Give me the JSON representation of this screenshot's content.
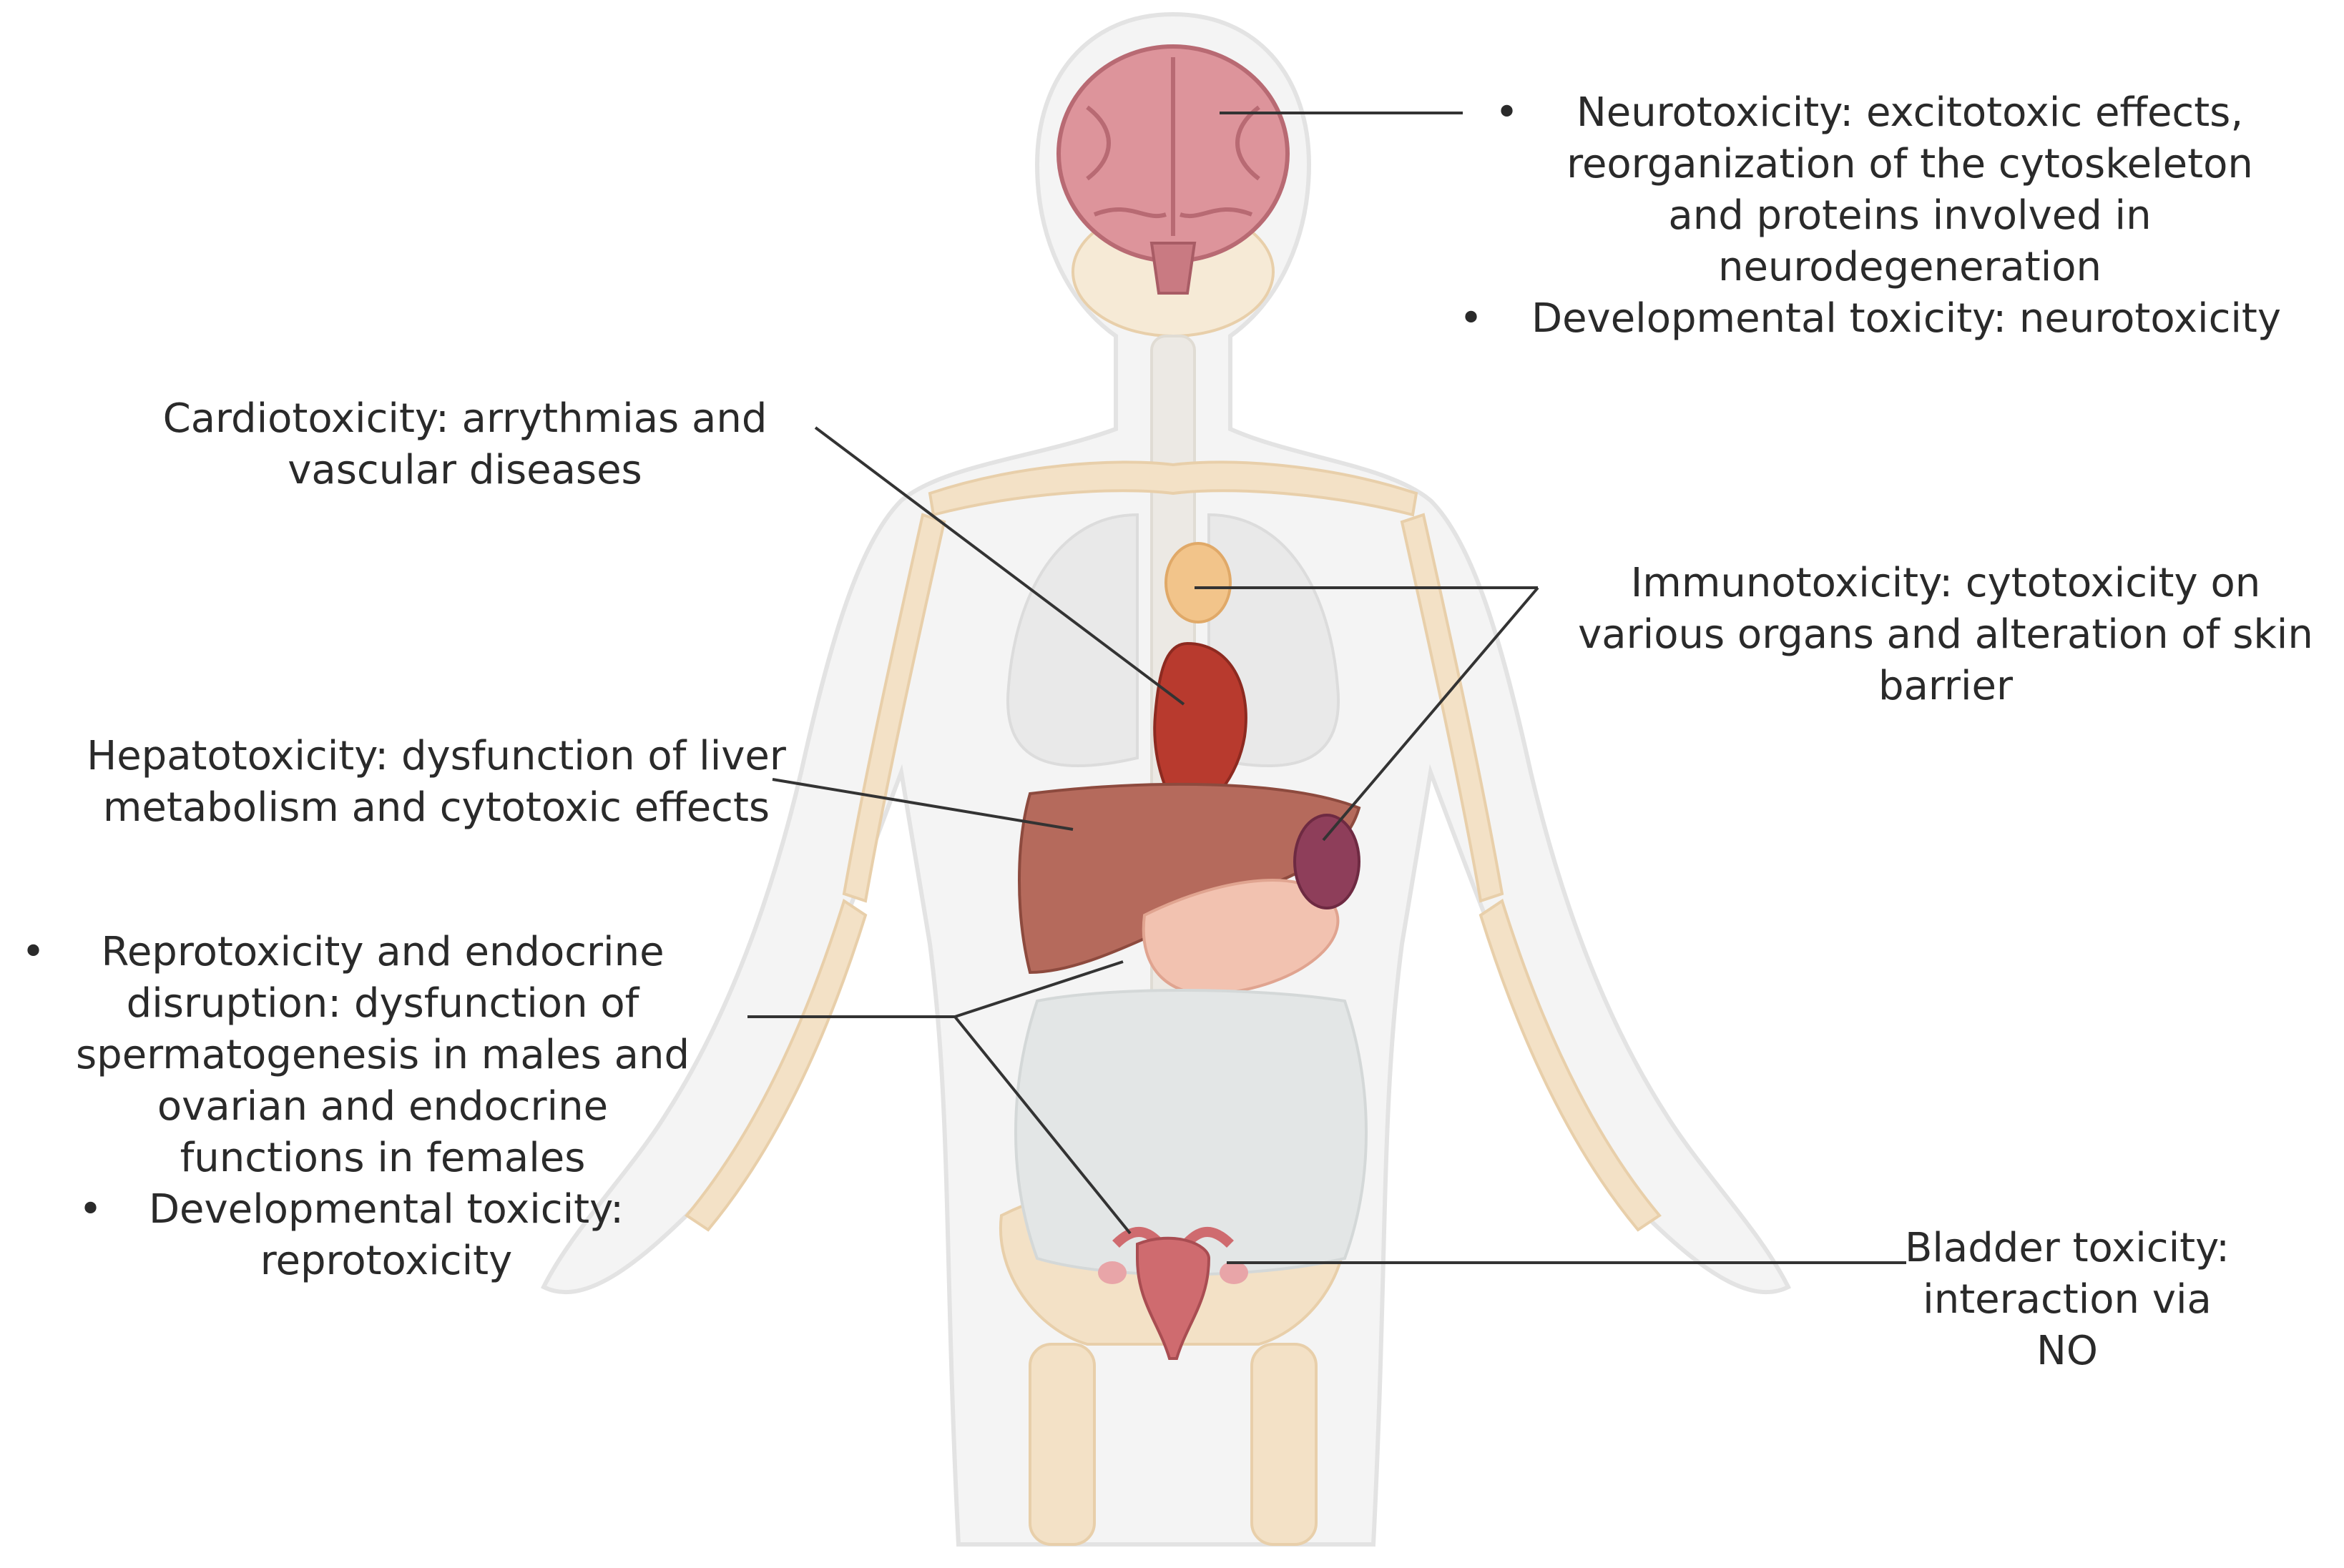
{
  "labels": {
    "neuro": {
      "items": [
        "Neurotoxicity: excitotoxic effects, reorganization of the cytoskeleton and proteins involved in neurodegeneration",
        "Developmental toxicity: neurotoxicity"
      ]
    },
    "cardio": "Cardiotoxicity: arrythmias and vascular diseases",
    "immuno": "Immunotoxicity: cytotoxicity on various organs and alteration of skin barrier",
    "hepato": "Hepatotoxicity: dysfunction of liver metabolism and cytotoxic effects",
    "repro": {
      "items": [
        "Reprotoxicity and endocrine disruption: dysfunction of spermatogenesis in males and ovarian and endocrine functions in females",
        "Developmental toxicity: reprotoxicity"
      ]
    },
    "bladder": "Bladder toxicity: interaction via NO"
  },
  "colors": {
    "body_outline": "#e6e6e6",
    "bone": "#f3e1c6",
    "brain": "#d98a92",
    "heart": "#b83a2e",
    "liver": "#b56a5c",
    "spleen": "#8e3e5a",
    "thyroid": "#f2c48a",
    "uterus": "#cf6b6f",
    "intestine": "#e3e6e6",
    "leader_line": "#333333"
  }
}
